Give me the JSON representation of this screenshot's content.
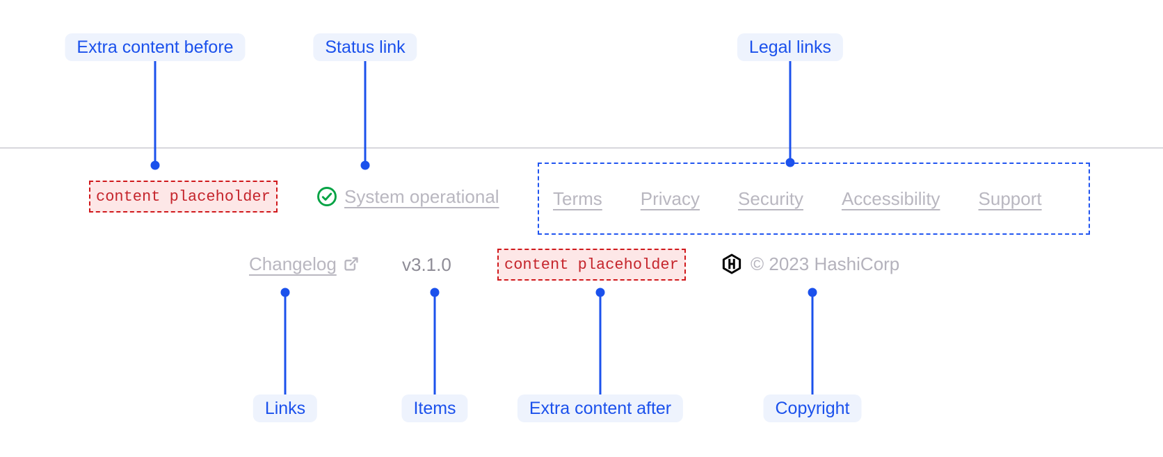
{
  "callouts": {
    "top": [
      {
        "label": "Extra content before"
      },
      {
        "label": "Status link"
      },
      {
        "label": "Legal links"
      }
    ],
    "bottom": [
      {
        "label": "Links"
      },
      {
        "label": "Items"
      },
      {
        "label": "Extra content after"
      },
      {
        "label": "Copyright"
      }
    ]
  },
  "footer": {
    "extra_content_before": "content placeholder",
    "status_link": {
      "icon": "check-circle-icon",
      "label": "System operational"
    },
    "legal_links": [
      "Terms",
      "Privacy",
      "Security",
      "Accessibility",
      "Support"
    ],
    "links": [
      {
        "label": "Changelog",
        "icon": "external-link-icon"
      }
    ],
    "version": "v3.1.0",
    "extra_content_after": "content placeholder",
    "copyright": {
      "icon": "hashicorp-logo",
      "label": "© 2023 HashiCorp"
    }
  },
  "colors": {
    "annotation_blue": "#1b51ec",
    "annotation_pill_bg": "#eef3fd",
    "legal_box_border_blue": "#2155f0",
    "placeholder_text_red": "#c5252c",
    "placeholder_bg_red": "#fde7e7",
    "placeholder_border_red": "#d0191c",
    "status_green": "#04a344",
    "faded_link_gray": "#b9b7c0",
    "version_gray": "#8e8c96",
    "copyright_gray": "#b4b2bc",
    "divider_gray": "#cbcad1",
    "logo_black": "#000000"
  }
}
